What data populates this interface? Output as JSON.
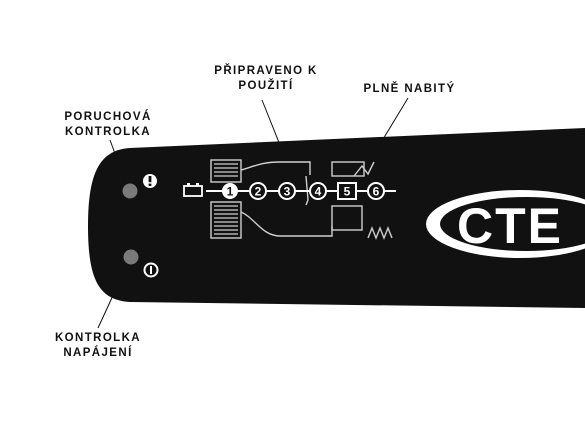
{
  "labels": {
    "ready": {
      "line1": "PŘIPRAVENO K",
      "line2": "POUŽITÍ"
    },
    "full": {
      "line1": "PLNĚ NABITÝ"
    },
    "fault": {
      "line1": "PORUCHOVÁ",
      "line2": "KONTROLKA"
    },
    "power": {
      "line1": "KONTROLKA",
      "line2": "NAPÁJENÍ"
    }
  },
  "steps": [
    "1",
    "2",
    "3",
    "4",
    "5",
    "6"
  ],
  "brand": "CTE",
  "colors": {
    "panel": "#111111",
    "led": "#7a7a7a",
    "text": "#111111",
    "symbol": "#ffffff"
  },
  "icons": [
    "exclamation-icon",
    "power-icon",
    "battery-icon"
  ]
}
